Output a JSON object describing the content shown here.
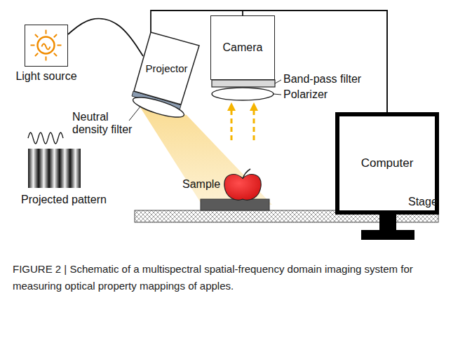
{
  "diagram": {
    "caption": "FIGURE 2 | Schematic of a multispectral spatial-frequency domain imaging system for measuring optical property mappings of apples.",
    "nodes": [
      {
        "text": [
          "Light source"
        ]
      },
      {
        "text": [
          "Projector"
        ]
      },
      {
        "text": [
          "Camera"
        ]
      },
      {
        "text": [
          "Computer"
        ]
      }
    ],
    "edges": [
      {
        "from": 0,
        "to": 1,
        "arrow": "none"
      },
      {
        "from": 1,
        "to": 3,
        "arrow": "none"
      },
      {
        "from": 2,
        "to": 3,
        "arrow": "none"
      }
    ],
    "labels": [
      "Neutral density filter",
      "Band-pass filter",
      "Polarizer",
      "Projected pattern",
      "Sample",
      "Stage"
    ]
  }
}
